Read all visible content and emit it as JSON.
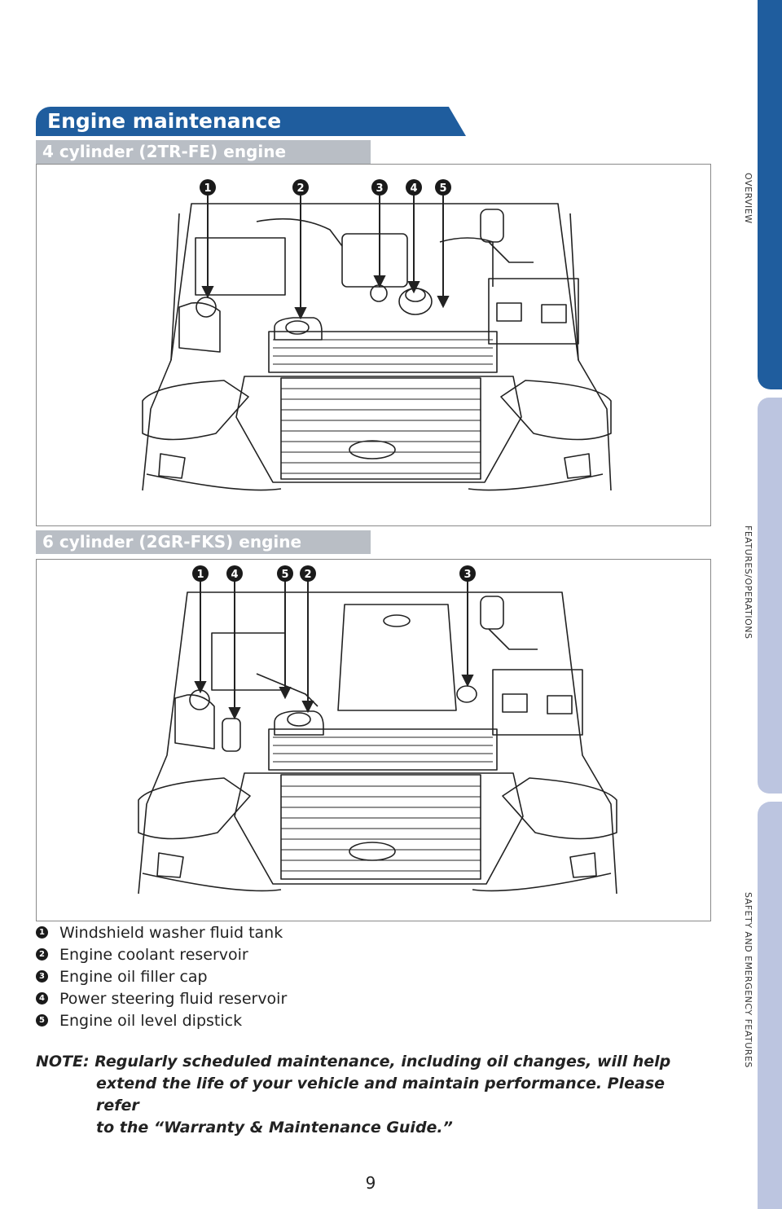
{
  "page": {
    "title": "Engine maintenance",
    "page_number": "9"
  },
  "engine_4cyl": {
    "heading": "4 cylinder (2TR-FE) engine",
    "callouts": [
      "1",
      "2",
      "3",
      "4",
      "5"
    ]
  },
  "engine_6cyl": {
    "heading": "6 cylinder (2GR-FKS) engine",
    "callouts": [
      "1",
      "4",
      "5",
      "2",
      "3"
    ]
  },
  "legend": [
    {
      "num": "1",
      "text": "Windshield washer fluid tank"
    },
    {
      "num": "2",
      "text": "Engine coolant reservoir"
    },
    {
      "num": "3",
      "text": "Engine oil filler cap"
    },
    {
      "num": "4",
      "text": "Power steering fluid reservoir"
    },
    {
      "num": "5",
      "text": "Engine oil level dipstick"
    }
  ],
  "note": {
    "label": "NOTE:",
    "line1": "Regularly scheduled maintenance, including oil changes, will help",
    "line2": "extend the life of your vehicle and maintain performance. Please refer",
    "line3": "to the “Warranty & Maintenance Guide.”"
  },
  "side_nav": {
    "overview": "OVERVIEW",
    "features": "FEATURES/OPERATIONS",
    "safety": "SAFETY AND EMERGENCY FEATURES"
  },
  "colors": {
    "primary_blue": "#1f5d9e",
    "sub_banner_gray": "#b9bec5",
    "side_tab_light": "#bcc5e0"
  }
}
